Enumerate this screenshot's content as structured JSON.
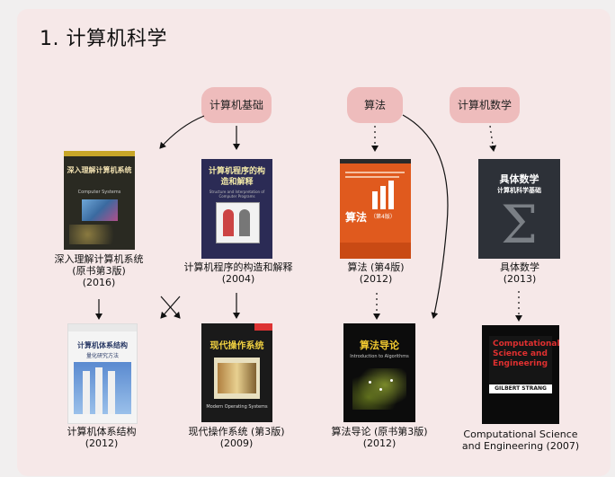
{
  "title": "1. 计算机科学",
  "categories": [
    "计算机基础",
    "算法",
    "计算机数学"
  ],
  "books": [
    {
      "cover_title": "深入理解计算机系统",
      "cover_subtitle": "Computer Systems",
      "line1": "深入理解计算机系统",
      "line2": "(原书第3版)",
      "line3": "(2016)"
    },
    {
      "cover_title": "计算机程序的构造和解释",
      "cover_subtitle": "Structure and Interpretation of Computer Programs",
      "line1": "计算机程序的构造和解释",
      "line2": "(2004)",
      "line3": ""
    },
    {
      "cover_title": "算法",
      "cover_subtitle": "（第4版）",
      "line1": "算法 (第4版)",
      "line2": "(2012)",
      "line3": ""
    },
    {
      "cover_title": "具体数学",
      "cover_subtitle": "计算机科学基础",
      "line1": "具体数学",
      "line2": "(2013)",
      "line3": ""
    },
    {
      "cover_title": "计算机体系结构",
      "cover_subtitle": "量化研究方法",
      "line1": "计算机体系结构",
      "line2": "(2012)",
      "line3": ""
    },
    {
      "cover_title": "现代操作系统",
      "cover_subtitle": "Modern Operating Systems",
      "line1": "现代操作系统 (第3版)",
      "line2": "(2009)",
      "line3": ""
    },
    {
      "cover_title": "算法导论",
      "cover_subtitle": "Introduction to Algorithms",
      "line1": "算法导论 (原书第3版)",
      "line2": "(2012)",
      "line3": ""
    },
    {
      "cover_title": "Computational Science and Engineering",
      "cover_subtitle": "GILBERT STRANG",
      "line1": "Computational Science",
      "line2": "and Engineering (2007)",
      "line3": ""
    }
  ],
  "colors": {
    "card": "#f6e8e8",
    "pill": "#eebcbc",
    "csapp": "#2a2a22",
    "sicp": "#2b2b55",
    "algo": "#e05a1e",
    "concrete": "#2d3138",
    "arch": "#f4f4f4",
    "mos": "#1a1a1a",
    "clrs": "#0c0c0c",
    "strang": "#0b0b0b"
  }
}
